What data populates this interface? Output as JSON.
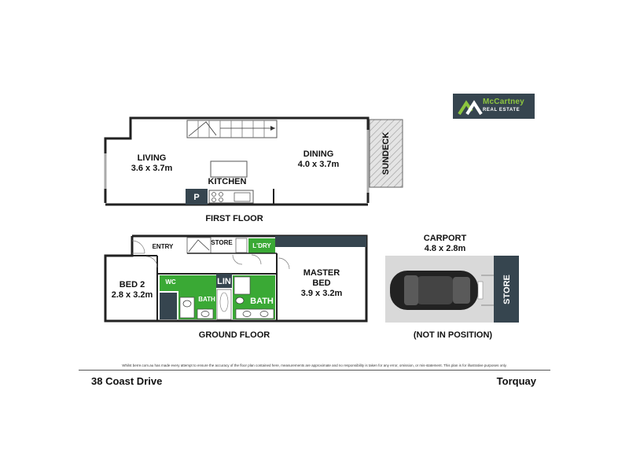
{
  "brand": {
    "name": "McCartney",
    "tagline": "REAL ESTATE"
  },
  "first_floor": {
    "title": "FIRST FLOOR",
    "living": {
      "name": "LIVING",
      "size": "3.6 x 3.7m"
    },
    "dining": {
      "name": "DINING",
      "size": "4.0 x 3.7m"
    },
    "kitchen": {
      "name": "KITCHEN"
    },
    "pantry": {
      "name": "P"
    },
    "sundeck": {
      "name": "SUNDECK"
    }
  },
  "ground_floor": {
    "title": "GROUND FLOOR",
    "entry": {
      "name": "ENTRY"
    },
    "store": {
      "name": "STORE"
    },
    "laundry": {
      "name": "L'DRY"
    },
    "bed2": {
      "name": "BED 2",
      "size": "2.8 x 3.2m"
    },
    "wc": {
      "name": "WC"
    },
    "linen": {
      "name": "LIN"
    },
    "bath1": {
      "name": "BATH"
    },
    "bath2": {
      "name": "BATH"
    },
    "master": {
      "name": "MASTER",
      "name2": "BED",
      "size": "3.9 x 3.2m"
    }
  },
  "carport": {
    "name": "CARPORT",
    "size": "4.8 x 2.8m",
    "store": "STORE",
    "note": "(NOT IN POSITION)"
  },
  "disclaimer": "Whilst berre.com.au has made every attempt to ensure the accuracy of the floor plan contained here, measurements are approximate and no responsibility is taken for any error, omission, or mis-statement. This plan is for illustrative purposes only.",
  "footer": {
    "address": "38 Coast Drive",
    "suburb": "Torquay"
  },
  "colors": {
    "wet_area": "#3aa935",
    "dark_fill": "#36454f",
    "carport_fill": "#d9d9d9",
    "brand_green": "#8dc63f"
  }
}
